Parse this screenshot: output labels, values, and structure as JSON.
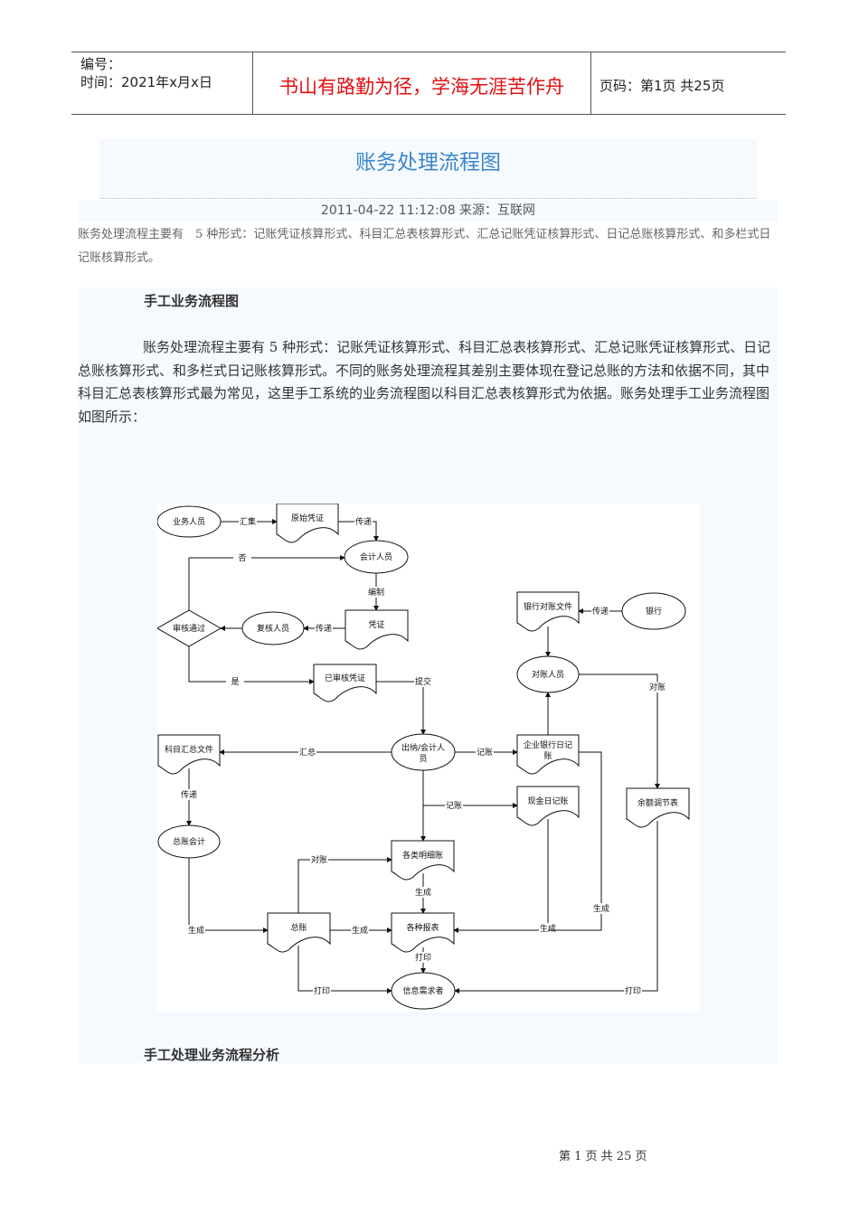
{
  "header": {
    "number_label": "编号：",
    "time_label": "时间：2021年x月x日",
    "motto": "书山有路勤为径，学海无涯苦作舟",
    "page_info": "页码：第1页 共25页"
  },
  "article": {
    "title": "账务处理流程图",
    "meta": "2011-04-22 11:12:08 来源：互联网",
    "intro": "账务处理流程主要有　5 种形式：记账凭证核算形式、科目汇总表核算形式、汇总记账凭证核算形式、日记总账核算形式、和多栏式日记账核算形式。",
    "section1_heading": "手工业务流程图",
    "section1_body": "账务处理流程主要有 5 种形式：记账凭证核算形式、科目汇总表核算形式、汇总记账凭证核算形式、日记总账核算形式、和多栏式日记账核算形式。不同的账务处理流程其差别主要体现在登记总账的方法和依据不同，其中科目汇总表核算形式最为常见，这里手工系统的业务流程图以科目汇总表核算形式为依据。账务处理手工业务流程图如图所示：",
    "section2_heading": "手工处理业务流程分析"
  },
  "diagram": {
    "nodes": [
      "业务人员",
      "原始凭证",
      "会计人员",
      "凭证",
      "复核人员",
      "审核通过",
      "已审核凭证",
      "出纳/会计人员",
      "科目汇总文件",
      "总账会计",
      "各类明细账",
      "总账",
      "各种报表",
      "信息需求者",
      "企业银行日记账",
      "现金日记账",
      "余额调节表",
      "对账人员",
      "银行对账文件",
      "银行"
    ],
    "edge_labels": [
      "汇集",
      "传递",
      "否",
      "编制",
      "传递",
      "",
      "是",
      "提交",
      "汇总",
      "传递",
      "生成",
      "生成",
      "对账",
      "生成",
      "打印",
      "打印",
      "打印",
      "记账",
      "",
      "记账",
      "生成",
      "生成",
      "",
      "",
      "传递",
      "对账"
    ]
  },
  "footer": {
    "page": "第 1 页 共 25 页"
  }
}
